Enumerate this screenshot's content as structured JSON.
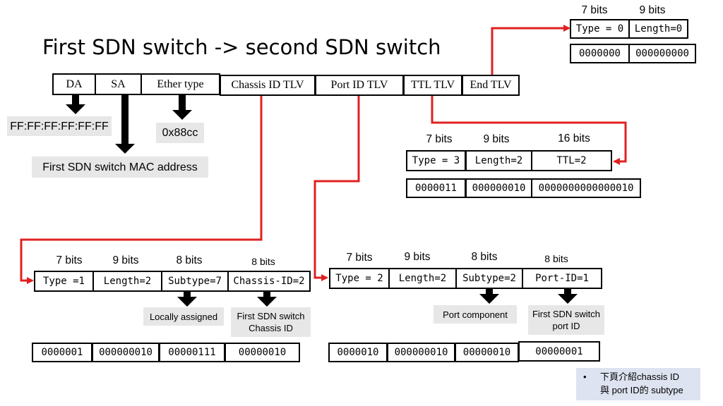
{
  "title": "First SDN switch -> second SDN switch",
  "frame": [
    "DA",
    "SA",
    "Ether type",
    "Chassis ID TLV",
    "Port ID TLV",
    "TTL TLV",
    "End TLV"
  ],
  "frame_notes": {
    "da": "FF:FF:FF:FF:FF:FF",
    "ether": "0x88cc",
    "sa": "First SDN switch MAC address"
  },
  "end_tlv": {
    "bits": [
      "7 bits",
      "9 bits"
    ],
    "fields": [
      "Type = 0",
      "Length=0"
    ],
    "values": [
      "0000000",
      "000000000"
    ]
  },
  "ttl_tlv": {
    "bits": [
      "7 bits",
      "9 bits",
      "16 bits"
    ],
    "fields": [
      "Type = 3",
      "Length=2",
      "TTL=2"
    ],
    "values": [
      "0000011",
      "000000010",
      "0000000000000010"
    ]
  },
  "chassis_tlv": {
    "bits": [
      "7 bits",
      "9 bits",
      "8 bits",
      "8 bits"
    ],
    "fields": [
      "Type =1",
      "Length=2",
      "Subtype=7",
      "Chassis-ID=2"
    ],
    "values": [
      "0000001",
      "000000010",
      "00000111",
      "00000010"
    ],
    "notes": [
      "Locally assigned",
      "First SDN switch Chassis ID"
    ]
  },
  "port_tlv": {
    "bits": [
      "7 bits",
      "9 bits",
      "8 bits",
      "8 bits"
    ],
    "fields": [
      "Type = 2",
      "Length=2",
      "Subtype=2",
      "Port-ID=1"
    ],
    "values": [
      "0000010",
      "000000010",
      "00000010",
      "00000001"
    ],
    "notes": [
      "Port component",
      "First SDN switch port ID"
    ]
  },
  "bullet": {
    "symbol": "•",
    "line1": "下頁介紹chassis ID",
    "line2": "與 port ID的 subtype"
  },
  "colors": {
    "arrow_red": "#e02020",
    "note_bg": "#e7e7e7",
    "bullet_bg": "#dde3f0"
  }
}
